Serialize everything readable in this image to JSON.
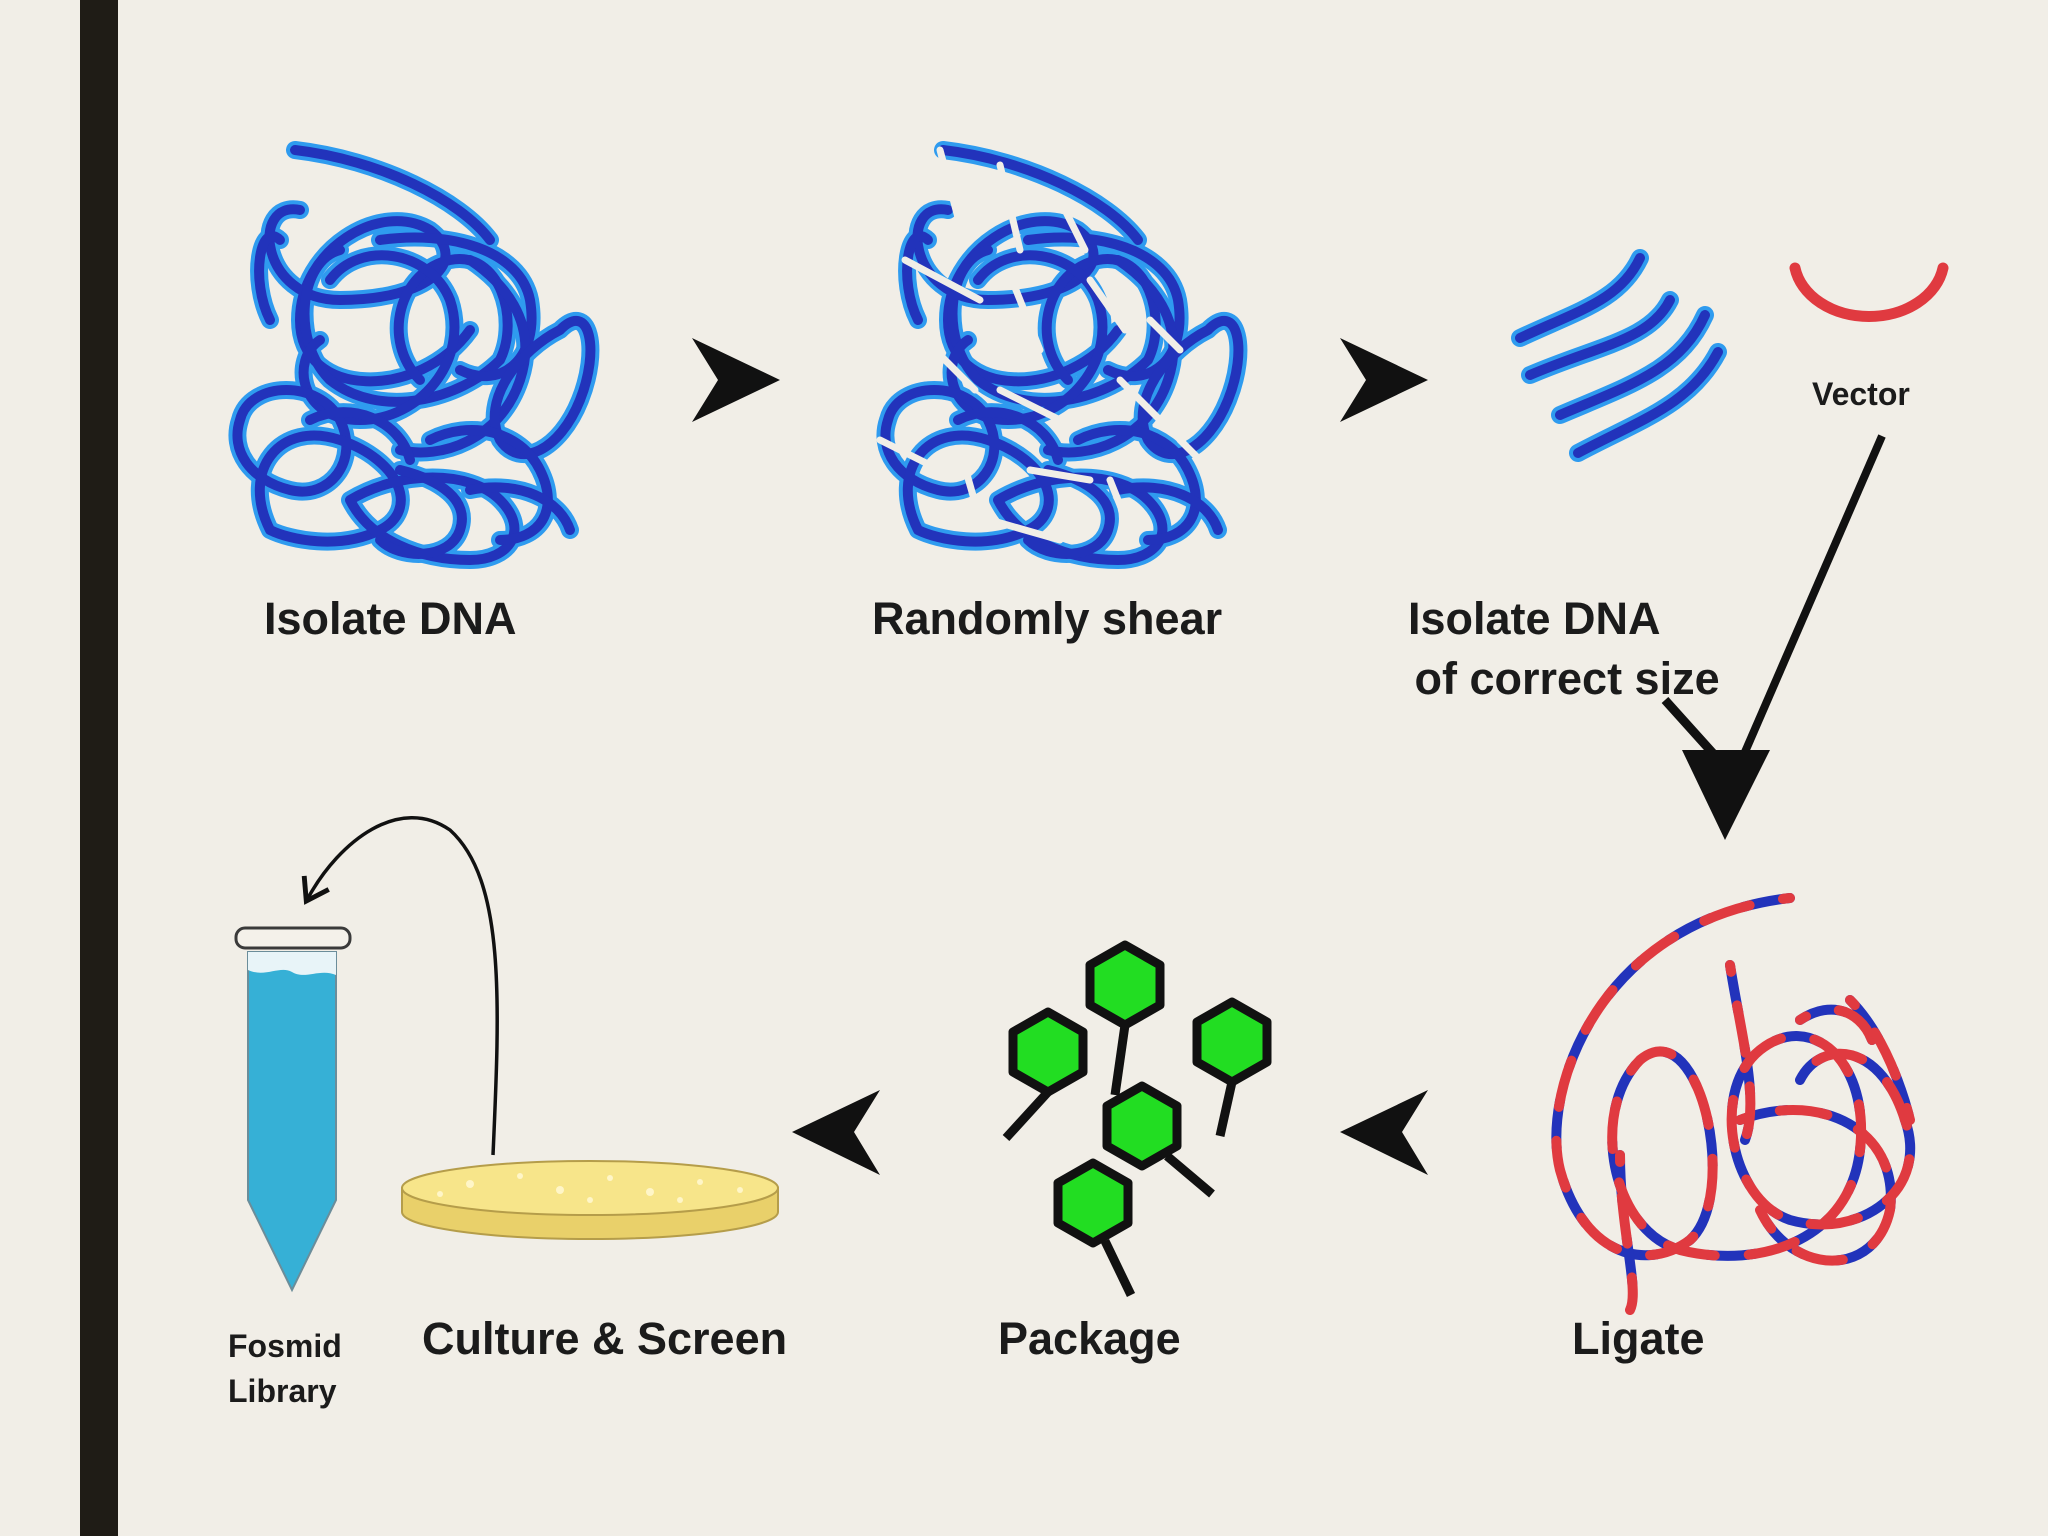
{
  "diagram": {
    "steps": {
      "isolate": "Isolate DNA",
      "shear": "Randomly shear",
      "size_line1": "Isolate DNA",
      "size_line2": " of correct size",
      "vector": "Vector",
      "ligate": "Ligate",
      "package": "Package",
      "culture": "Culture & Screen",
      "library_line1": "Fosmid",
      "library_line2": "Library"
    },
    "colors": {
      "background": "#f1eee7",
      "side_bar": "#1f1c16",
      "dna_blue": "#2233bb",
      "dna_glow": "#2f9bef",
      "vector_red": "#e03a40",
      "phage_green": "#22dd22",
      "plate_yellow": "#f7e58a",
      "tube_blue": "#36b0d6",
      "arrow_black": "#111111"
    },
    "icons": [
      "dna-tangle-icon",
      "sheared-dna-icon",
      "dna-fragments-icon",
      "vector-icon",
      "ligated-dna-icon",
      "phage-particles-icon",
      "culture-plate-icon",
      "tube-icon"
    ]
  }
}
